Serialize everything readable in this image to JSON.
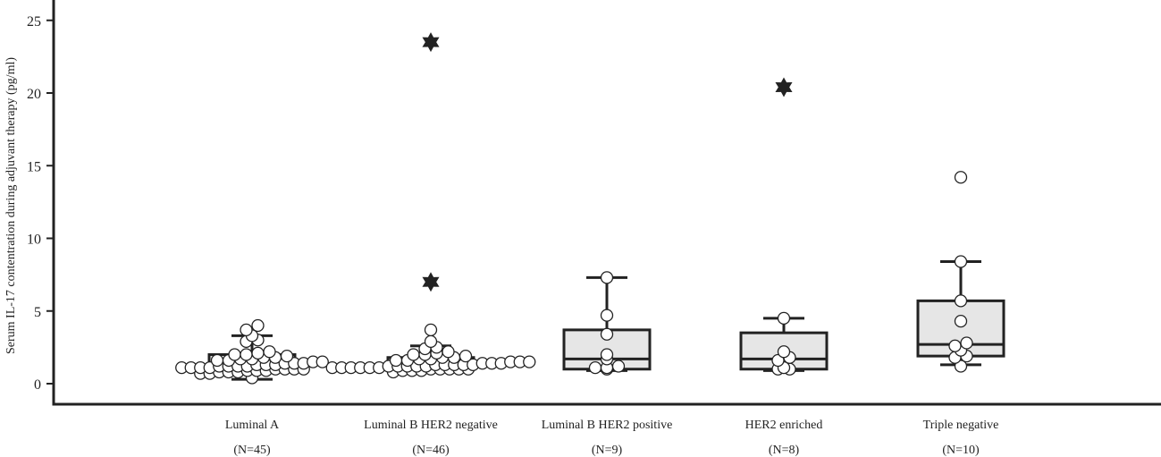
{
  "chart_data": {
    "type": "box",
    "ylabel": "Serum IL-17 contentration during adjuvant therapy (pg/ml)",
    "xlabel": "",
    "ylim": [
      -1.4,
      26.5
    ],
    "yticks": [
      0,
      5,
      10,
      15,
      20,
      25
    ],
    "grid": false,
    "colors": {
      "box_fill": "#e6e6e6",
      "stroke": "#222222"
    },
    "categories": [
      {
        "label": "Luminal A",
        "n_label": "(N=45)",
        "whisker_low": 0.3,
        "q1": 0.9,
        "median": 1.3,
        "q3": 2.0,
        "whisker_high": 3.3,
        "points": [
          0.4,
          0.7,
          0.7,
          0.8,
          0.8,
          0.8,
          0.9,
          0.9,
          0.9,
          1.0,
          1.0,
          1.0,
          1.0,
          1.1,
          1.1,
          1.1,
          1.1,
          1.2,
          1.2,
          1.2,
          1.2,
          1.3,
          1.3,
          1.3,
          1.4,
          1.4,
          1.4,
          1.5,
          1.5,
          1.6,
          1.6,
          1.7,
          1.7,
          1.8,
          1.8,
          1.9,
          2.0,
          2.0,
          2.1,
          2.2,
          2.9,
          3.0,
          3.3,
          3.7,
          4.0
        ],
        "extremes": []
      },
      {
        "label": "Luminal B HER2 negative",
        "n_label": "(N=46)",
        "whisker_low": 1.0,
        "q1": 1.1,
        "median": 1.4,
        "q3": 1.8,
        "whisker_high": 2.6,
        "points": [
          0.8,
          0.9,
          0.9,
          0.9,
          1.0,
          1.0,
          1.0,
          1.0,
          1.0,
          1.1,
          1.1,
          1.1,
          1.1,
          1.1,
          1.1,
          1.2,
          1.2,
          1.2,
          1.2,
          1.2,
          1.3,
          1.3,
          1.3,
          1.3,
          1.3,
          1.4,
          1.4,
          1.4,
          1.5,
          1.5,
          1.5,
          1.6,
          1.6,
          1.7,
          1.7,
          1.8,
          1.8,
          1.9,
          2.0,
          2.0,
          2.1,
          2.2,
          2.4,
          2.5,
          2.9,
          3.7
        ],
        "extremes": [
          23.5,
          7.0
        ]
      },
      {
        "label": "Luminal B HER2 positive",
        "n_label": "(N=9)",
        "whisker_low": 0.9,
        "q1": 1.0,
        "median": 1.7,
        "q3": 3.7,
        "whisker_high": 7.3,
        "points": [
          1.0,
          1.1,
          1.1,
          1.2,
          1.7,
          2.0,
          3.4,
          4.7,
          7.3
        ],
        "extremes": []
      },
      {
        "label": "HER2 enriched",
        "n_label": "(N=8)",
        "whisker_low": 0.9,
        "q1": 1.0,
        "median": 1.7,
        "q3": 3.5,
        "whisker_high": 4.5,
        "points": [
          1.0,
          1.0,
          1.1,
          1.6,
          1.8,
          2.2,
          4.5
        ],
        "extremes": [
          20.4
        ]
      },
      {
        "label": "Triple negative",
        "n_label": "(N=10)",
        "whisker_low": 1.3,
        "q1": 1.9,
        "median": 2.7,
        "q3": 5.7,
        "whisker_high": 8.4,
        "points": [
          1.2,
          1.8,
          1.9,
          2.3,
          2.6,
          2.8,
          4.3,
          5.7,
          8.4,
          14.2
        ],
        "extremes": []
      }
    ]
  }
}
